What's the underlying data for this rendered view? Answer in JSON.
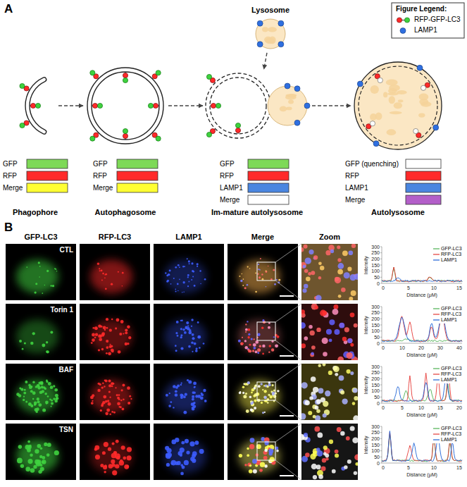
{
  "diagram": {
    "nodes": [
      {
        "text": [
          "Phagophore"
        ]
      },
      {
        "text": [
          "Autophagosome"
        ]
      },
      {
        "text": [
          "Lysosome"
        ]
      },
      {
        "text": [
          "Im-mature autolysosome"
        ]
      },
      {
        "text": [
          "Autolysosome"
        ]
      }
    ],
    "edges": [
      {
        "from": 0,
        "to": 1,
        "arrow": "to"
      },
      {
        "from": 1,
        "to": 3,
        "arrow": "to"
      },
      {
        "from": 2,
        "to": 3,
        "arrow": "to"
      },
      {
        "from": 3,
        "to": 4,
        "arrow": "to"
      }
    ],
    "labels": [
      "A",
      "Figure Legend:",
      "GFP",
      "RFP",
      "Merge",
      "GFP",
      "RFP",
      "Merge",
      "GFP",
      "RFP",
      "LAMP1",
      "Merge",
      "GFP (quenching)",
      "RFP",
      "LAMP1",
      "Merge",
      "B",
      "GFP-LC3",
      "RFP-LC3",
      "LAMP1",
      "Merge",
      "Zoom",
      "CTL",
      "300",
      "250",
      "200",
      "150",
      "100",
      "50",
      "0",
      "0",
      "5",
      "10",
      "15",
      "Intensity",
      "Distance (μM)",
      "Torin 1",
      "300",
      "250",
      "200",
      "150",
      "100",
      "50",
      "0",
      "0",
      "10",
      "20",
      "30",
      "40",
      "Intensity",
      "Distance (μM)",
      "BAF",
      "300",
      "250",
      "200",
      "150",
      "100",
      "50",
      "0",
      "0",
      "5",
      "10",
      "15",
      "20",
      "Intensity",
      "Distance (μM)",
      "TSN",
      "300",
      "250",
      "200",
      "150",
      "100",
      "50",
      "0",
      "0",
      "5",
      "10",
      "15",
      "Intensity",
      "Distance (μM)"
    ],
    "legend": [
      {
        "text": "RFP-GFP-LC3"
      },
      {
        "text": "LAMP1"
      },
      {
        "text": "GFP-LC3"
      },
      {
        "text": "RFP-LC3"
      },
      {
        "text": "LAMP1"
      },
      {
        "text": "GFP-LC3"
      },
      {
        "text": "RFP-LC3"
      },
      {
        "text": "LAMP1"
      },
      {
        "text": "GFP-LC3"
      },
      {
        "text": "RFP-LC3"
      },
      {
        "text": "LAMP1"
      },
      {
        "text": "GFP-LC3"
      },
      {
        "text": "RFP-LC3"
      },
      {
        "text": "LAMP1"
      }
    ]
  }
}
